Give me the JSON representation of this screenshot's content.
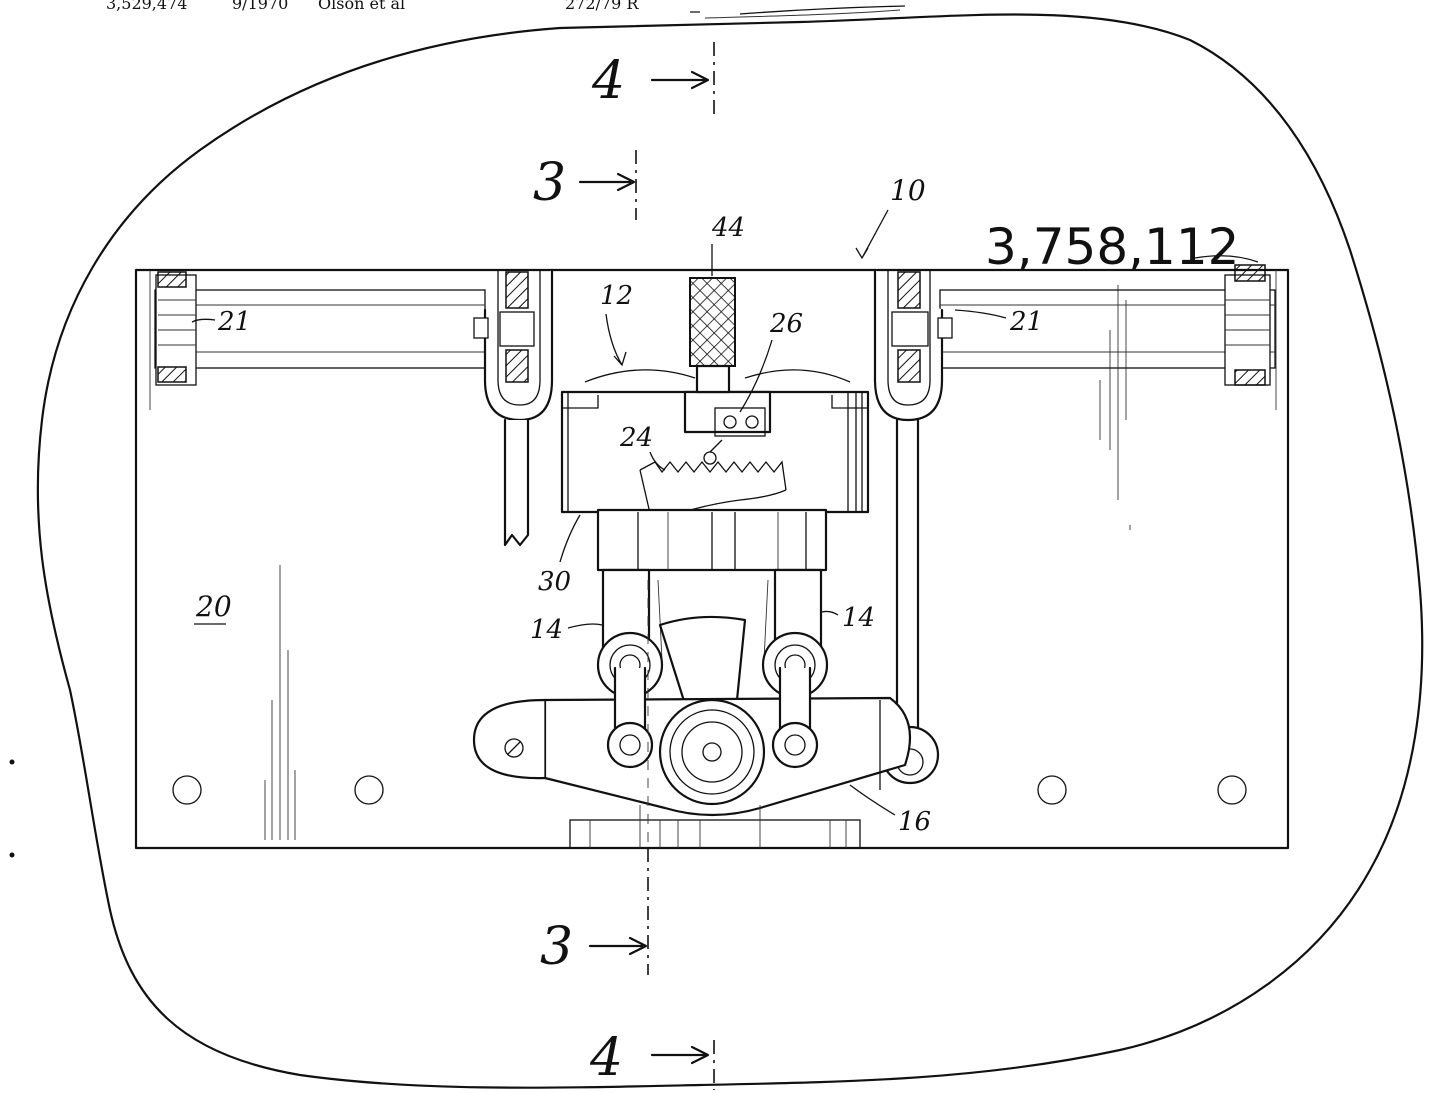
{
  "header_reference": {
    "patent_no": "3,529,474",
    "date": "9/1970",
    "inventor": "Olson et al",
    "classification": "272/79 R"
  },
  "patent_number": "3,758,112",
  "section_markers": {
    "top_4": "4",
    "top_3": "3",
    "bottom_3": "3",
    "bottom_4": "4"
  },
  "reference_labels": {
    "l10": "10",
    "l12": "12",
    "l14_left": "14",
    "l14_right": "14",
    "l16": "16",
    "l20": "20",
    "l21_left": "21",
    "l21_right": "21",
    "l24": "24",
    "l26": "26",
    "l30": "30",
    "l44": "44"
  }
}
